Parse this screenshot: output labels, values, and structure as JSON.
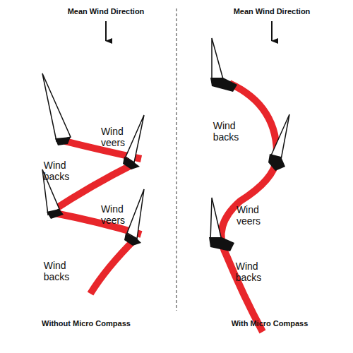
{
  "diagram": {
    "labels": [
      "Mean Wind Direction",
      "Mean Wind Direction",
      "Wind veers",
      "Wind backs",
      "Wind veers",
      "Wind backs",
      "Wind backs",
      "Wind veers",
      "Wind backs",
      "Without Micro Compass",
      "With Micro Compass"
    ]
  }
}
